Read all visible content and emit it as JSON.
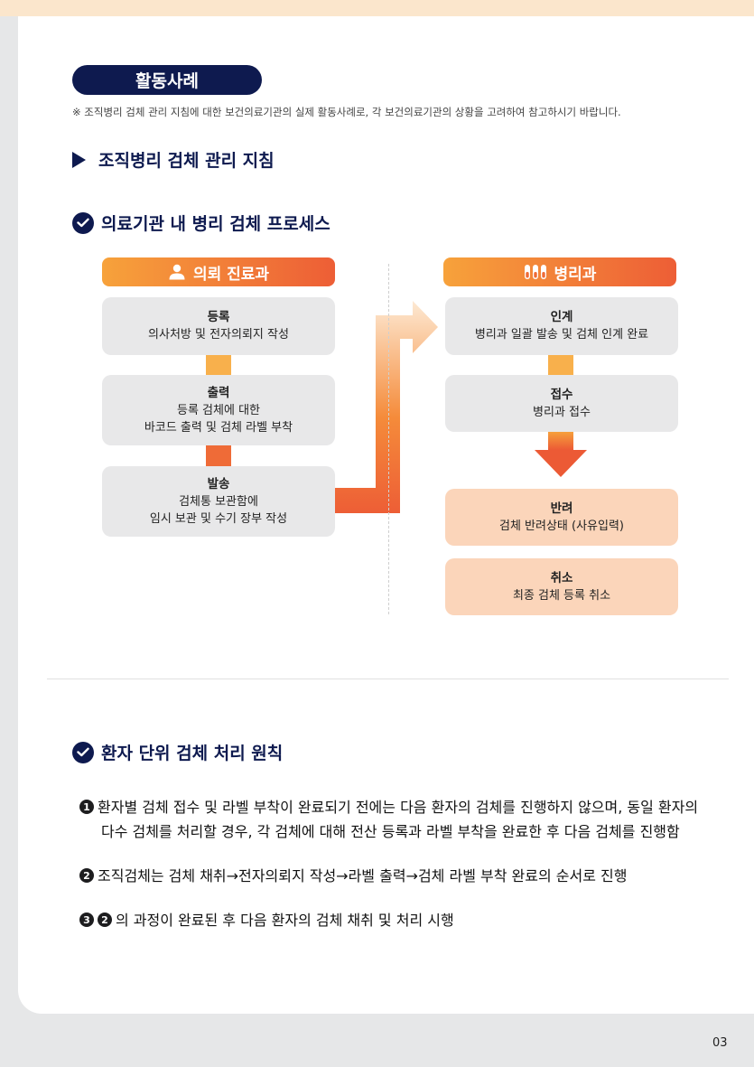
{
  "header": {
    "badge": "활동사례",
    "note": "※ 조직병리 검체 관리 지침에 대한 보건의료기관의 실제 활동사례로, 각 보건의료기관의 상황을 고려하여 참고하시기 바랍니다."
  },
  "section_title": "조직병리 검체 관리 지침",
  "process": {
    "title": "의료기관 내 병리 검체 프로세스",
    "left_dept": "의뢰 진료과",
    "right_dept": "병리과",
    "left_steps": [
      {
        "title": "등록",
        "lines": [
          "의사처방 및 전자의뢰지 작성"
        ]
      },
      {
        "title": "출력",
        "lines": [
          "등록 검체에 대한",
          "바코드 출력 및 검체 라벨 부착"
        ]
      },
      {
        "title": "발송",
        "lines": [
          "검체통 보관함에",
          "임시 보관 및 수기 장부 작성"
        ]
      }
    ],
    "right_steps": [
      {
        "title": "인계",
        "lines": [
          "병리과 일괄 발송 및 검체 인계 완료"
        ]
      },
      {
        "title": "접수",
        "lines": [
          "병리과 접수"
        ]
      },
      {
        "title": "반려",
        "lines": [
          "검체 반려상태 (사유입력)"
        ]
      },
      {
        "title": "취소",
        "lines": [
          "최종 검체 등록 취소"
        ]
      }
    ]
  },
  "principles": {
    "title": "환자 단위 검체 처리 원칙",
    "items": [
      {
        "num": "1",
        "line1": "환자별 검체 접수 및 라벨 부착이 완료되기 전에는 다음 환자의 검체를 진행하지 않으며, 동일 환자의",
        "line2": "다수 검체를 처리할 경우, 각 검체에 대해 전산 등록과 라벨 부착을 완료한 후 다음 검체를 진행함"
      },
      {
        "num": "2",
        "line1": "조직검체는 검체 채취→전자의뢰지 작성→라벨 출력→검체 라벨 부착 완료의 순서로 진행"
      },
      {
        "num": "3",
        "ref": "2",
        "line1": "의 과정이 완료된 후 다음 환자의 검체 채취 및 처리 시행"
      }
    ]
  },
  "page_number": "03",
  "colors": {
    "navy": "#0e1a4f",
    "orange_start": "#f7a23b",
    "orange_end": "#ed5e36",
    "step_gray": "#e8e8e9",
    "step_peach": "#fbd5ba"
  }
}
